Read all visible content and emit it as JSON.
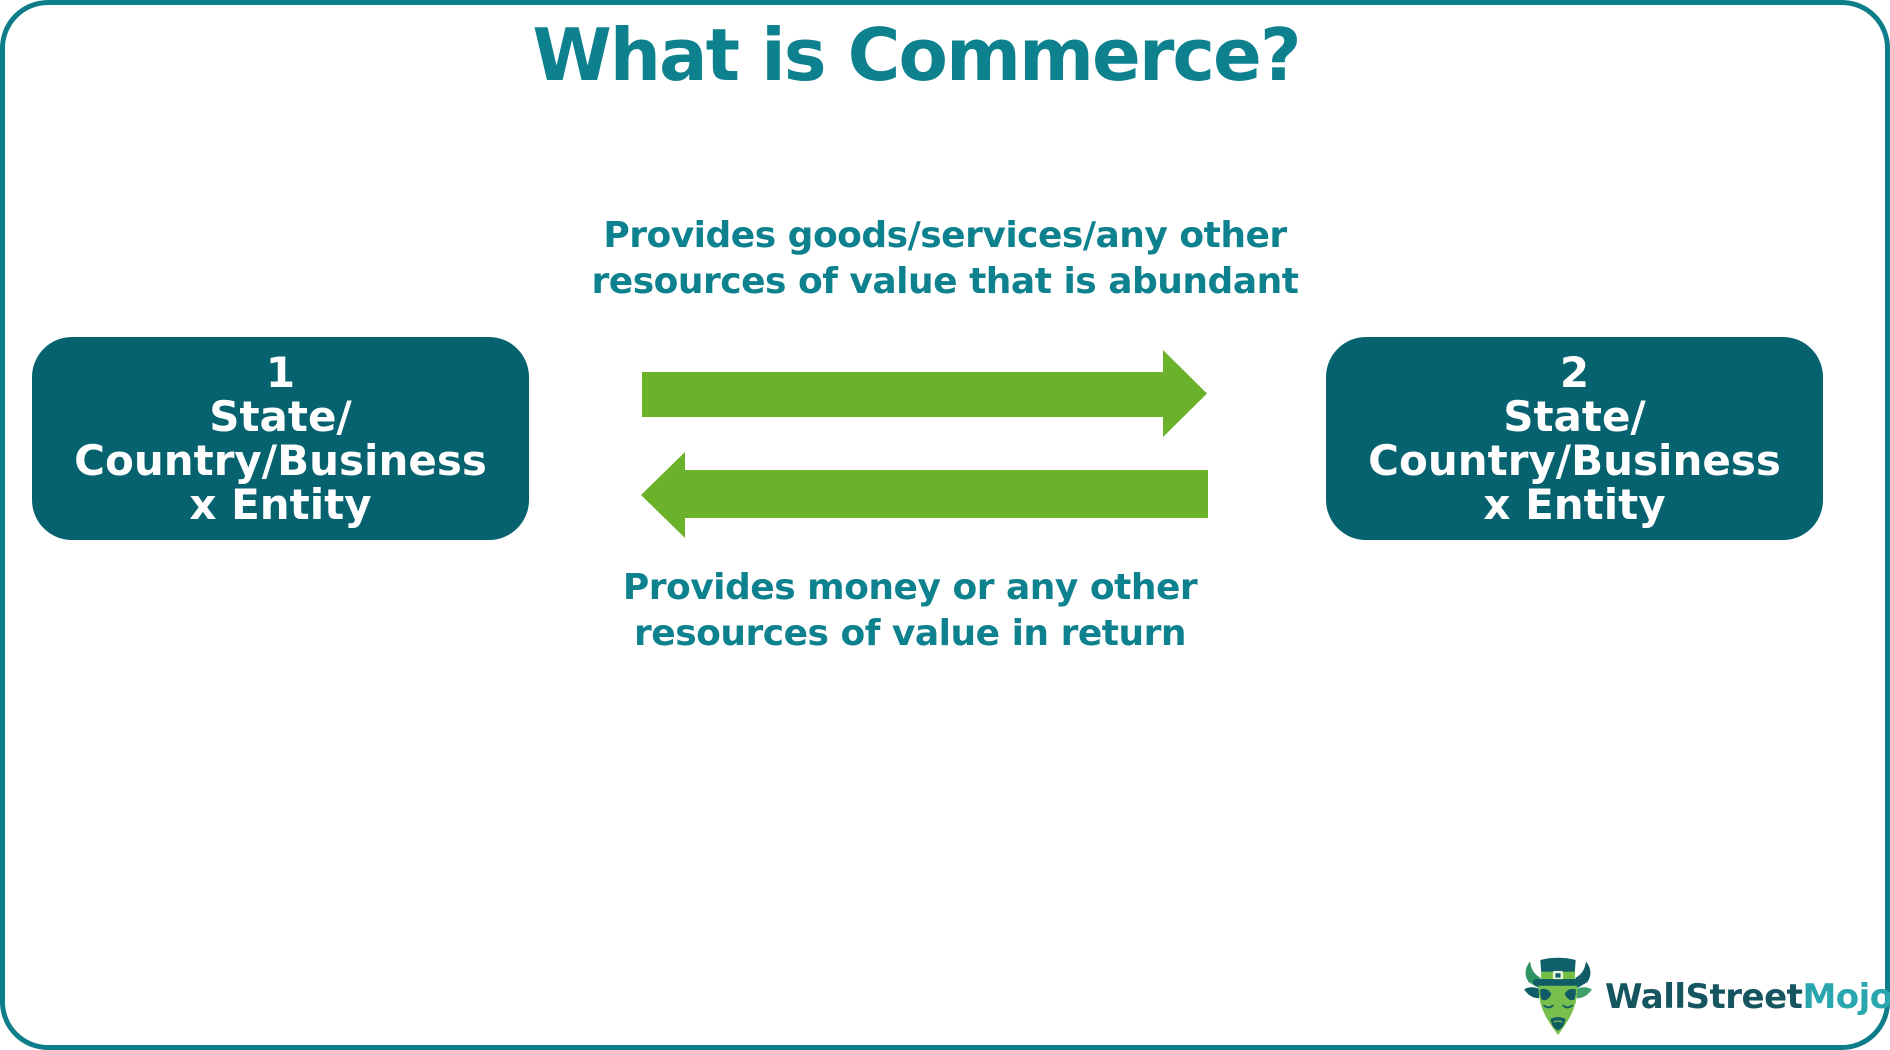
{
  "title": "What is Commerce?",
  "entities": [
    {
      "number": "1",
      "line1": "State/",
      "line2": "Country/Business",
      "line3": "x Entity"
    },
    {
      "number": "2",
      "line1": "State/",
      "line2": "Country/Business",
      "line3": "x Entity"
    }
  ],
  "flows": [
    {
      "direction": "right",
      "from": "1",
      "to": "2",
      "label_line1": "Provides goods/services/any other",
      "label_line2": "resources of value that is abundant"
    },
    {
      "direction": "left",
      "from": "2",
      "to": "1",
      "label_line1": "Provides money or any other",
      "label_line2": "resources of value in return"
    }
  ],
  "branding": {
    "logo_text_primary": "WallStreet",
    "logo_text_secondary": "Mojo",
    "mascot": "bull-mascot-icon"
  },
  "colors": {
    "teal_text": "#0E818F",
    "teal_border": "#0E7D8A",
    "box_fill": "#076270",
    "box_text": "#FFFFFF",
    "arrow_green": "#6BB22A",
    "logo_dark": "#155560",
    "logo_light": "#2AA6AE"
  }
}
